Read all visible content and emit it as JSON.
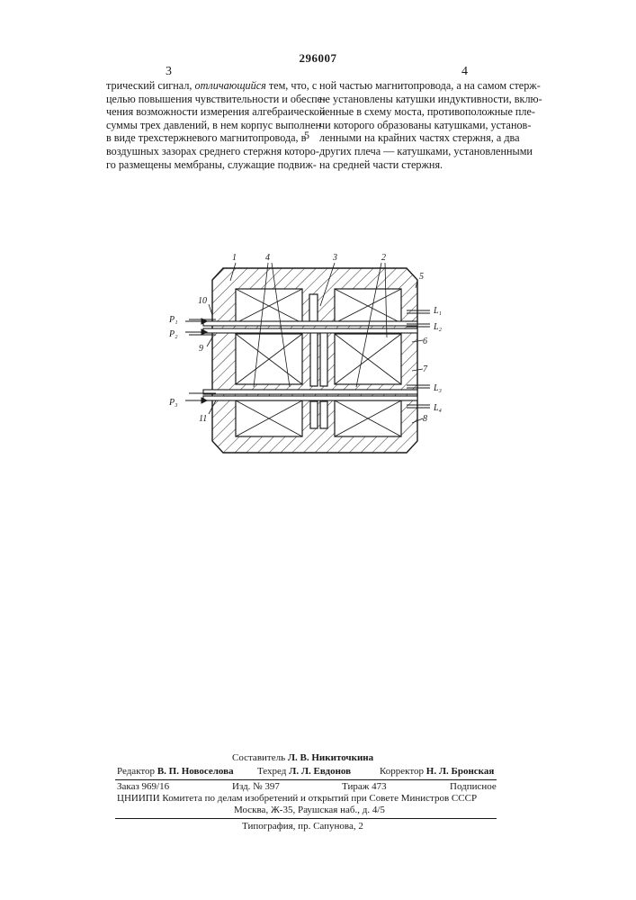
{
  "patent_number": "296007",
  "column_numbers": {
    "left": "3",
    "right": "4"
  },
  "line_marker": "5",
  "left_column": [
    "трический сигнал, отличающийся тем, что, с",
    "целью повышения чувствительности и обеспе-",
    "чения возможности измерения алгебраической",
    "суммы трех давлений, в нем корпус выполнен",
    "в виде трехстержневого магнитопровода, в",
    "воздушных зазорах среднего стержня которо-",
    "го размещены мембраны, служащие подвиж-"
  ],
  "right_column": [
    "ной частью магнитопровода, а на самом стерж-",
    "не установлены катушки индуктивности, вклю-",
    "ченные в схему моста, противоположные пле-",
    "чи которого образованы катушками, установ-",
    "ленными на крайних частях стержня, а два",
    "других плеча — катушками, установленными",
    "на средней части стержня."
  ],
  "figure": {
    "numbers": [
      "1",
      "2",
      "3",
      "4",
      "5",
      "6",
      "7",
      "8",
      "9",
      "10",
      "11"
    ],
    "pressures": [
      "P1",
      "P2",
      "P3"
    ],
    "inductances": [
      "L1",
      "L2",
      "L3",
      "L4"
    ]
  },
  "footer": {
    "compiler_label": "Составитель",
    "compiler_name": "Л. В. Никиточкина",
    "editor_label": "Редактор",
    "editor_name": "В. П. Новоселова",
    "techred_label": "Техред",
    "techred_name": "Л. Л. Евдонов",
    "corrector_label": "Корректор",
    "corrector_name": "Н. Л. Бронская",
    "order": "Заказ 969/16",
    "issue": "Изд. № 397",
    "circulation": "Тираж 473",
    "subscription": "Подписное",
    "org": "ЦНИИПИ Комитета по делам изобретений и открытий при Совете Министров СССР",
    "address": "Москва, Ж-35, Раушская наб., д. 4/5",
    "printer": "Типография, пр. Сапунова, 2"
  }
}
